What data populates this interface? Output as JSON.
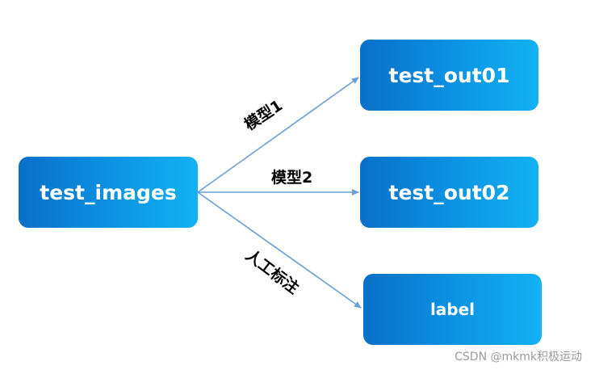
{
  "diagram": {
    "nodes": {
      "source": "test_images",
      "out01": "test_out01",
      "out02": "test_out02",
      "label": "label"
    },
    "edges": [
      {
        "from": "source",
        "to": "out01",
        "label": "模型1"
      },
      {
        "from": "source",
        "to": "out02",
        "label": "模型2"
      },
      {
        "from": "source",
        "to": "label",
        "label": "人工标注"
      }
    ]
  },
  "watermark": "CSDN @mkmk积极运动",
  "colors": {
    "node_gradient_start": "#0a6fc8",
    "node_gradient_end": "#12b2f3",
    "arrow": "#6a9fd3"
  }
}
